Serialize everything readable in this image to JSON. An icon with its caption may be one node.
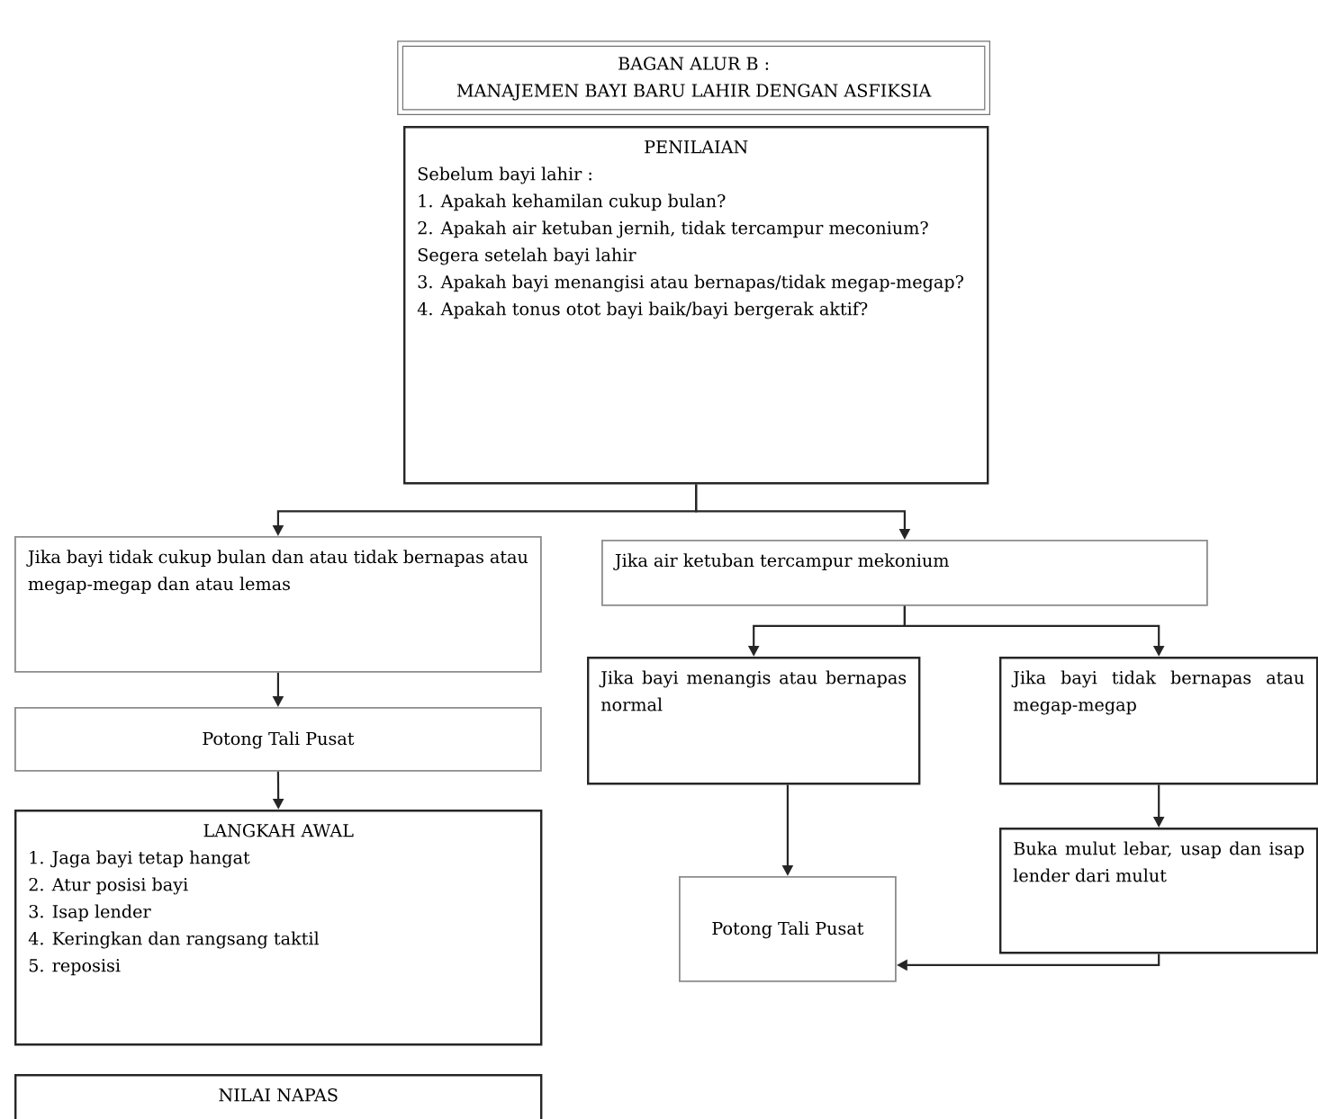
{
  "diagram": {
    "nodes": [
      {
        "text": [
          "BAGAN ALUR B :",
          "MANAJEMEN BAYI BARU LAHIR DENGAN ASFIKSIA"
        ]
      },
      {
        "text": [
          "PENILAIAN",
          "Sebelum bayi lahir :",
          "1. Apakah kehamilan cukup bulan?",
          "2. Apakah air ketuban jernih, tidak tercampur meconium?",
          "Segera setelah bayi lahir",
          "3. Apakah bayi menangisi atau bernapas/tidak megap-megap?",
          "4. Apakah tonus otot bayi baik/bayi bergerak aktif?"
        ]
      },
      {
        "text": [
          "Jika bayi tidak cukup bulan dan atau tidak bernapas atau megap-megap dan atau lemas"
        ]
      },
      {
        "text": [
          "Jika air ketuban tercampur mekonium"
        ]
      },
      {
        "text": [
          "Potong Tali Pusat"
        ]
      },
      {
        "text": [
          "Jika bayi menangis atau bernapas normal"
        ]
      },
      {
        "text": [
          "Jika bayi tidak bernapas atau megap-megap"
        ]
      },
      {
        "text": [
          "LANGKAH AWAL",
          "1. Jaga bayi tetap hangat",
          "2. Atur posisi bayi",
          "3. Isap lender",
          "4. Keringkan dan rangsang taktil",
          "5. reposisi"
        ]
      },
      {
        "text": [
          "Potong Tali Pusat"
        ]
      },
      {
        "text": [
          "Buka mulut lebar, usap dan isap lender dari mulut"
        ]
      },
      {
        "text": [
          "NILAI NAPAS"
        ]
      }
    ],
    "edges": [
      {
        "from": 1,
        "to": 2,
        "arrow": "to"
      },
      {
        "from": 1,
        "to": 3,
        "arrow": "to"
      },
      {
        "from": 2,
        "to": 4,
        "arrow": "to"
      },
      {
        "from": 4,
        "to": 7,
        "arrow": "to"
      },
      {
        "from": 3,
        "to": 5,
        "arrow": "to"
      },
      {
        "from": 3,
        "to": 6,
        "arrow": "to"
      },
      {
        "from": 5,
        "to": 8,
        "arrow": "to"
      },
      {
        "from": 6,
        "to": 9,
        "arrow": "to"
      },
      {
        "from": 9,
        "to": 8,
        "arrow": "to"
      }
    ]
  }
}
